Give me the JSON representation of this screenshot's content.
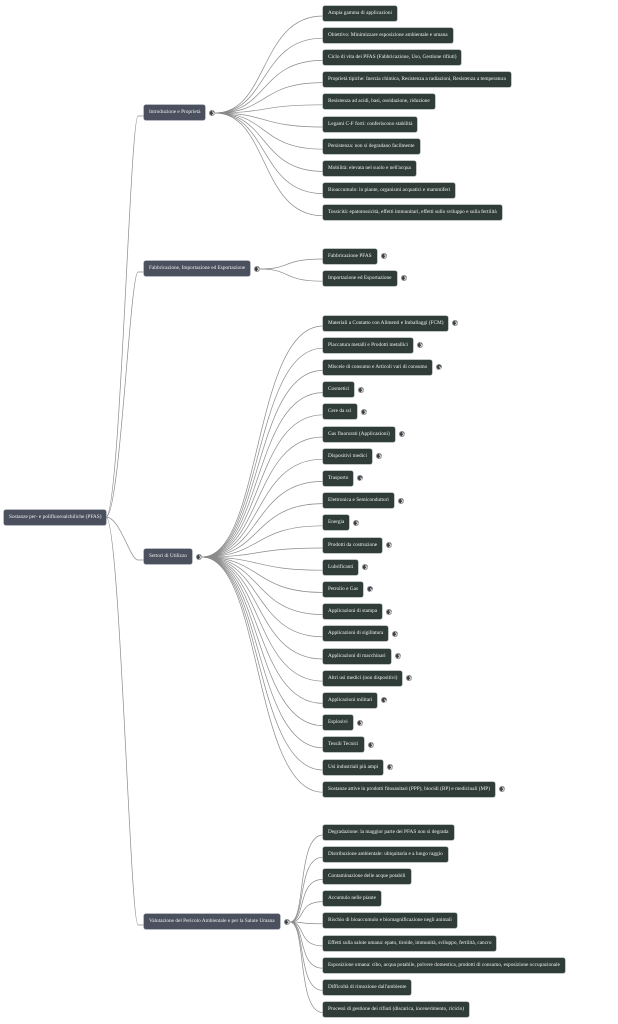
{
  "root": {
    "label": "Sostanze per- e polifluoroalchiliche (PFAS)"
  },
  "colors": {
    "root": "#4a505e",
    "branch": "#4a505e",
    "leaf": "#2f3c38",
    "link": "#8a8a8a"
  },
  "branches": [
    {
      "label": "Introduzione e Proprietà",
      "children": [
        "Ampia gamma di applicazioni",
        "Obiettivo: Minimizzare esposizione ambientale e umana",
        "Ciclo di vita dei PFAS (Fabbricazione, Uso, Gestione rifiuti)",
        "Proprietà tipiche: Inerzia chimica, Resistenza a radiazioni, Resistenza a temperatura",
        "Resistenza ad acidi, basi, ossidazione, riduzione",
        "Legami C-F forti: conferiscono stabilità",
        "Persistenza: non si degradano facilmente",
        "Mobilità: elevata nel suolo e nell'acqua",
        "Bioaccumulo: in piante, organismi acquatici e mammiferi",
        "Tossicità: epatotossicità, effetti immunitari, effetti sullo sviluppo e sulla fertilità"
      ],
      "children_collapsible": false
    },
    {
      "label": "Fabbricazione, Importazione ed Esportazione",
      "children": [
        "Fabbricazione PFAS",
        "Importazione ed Esportazione"
      ],
      "children_collapsible": true
    },
    {
      "label": "Settori di Utilizzo",
      "children": [
        "Materiali a Contatto con Alimenti e Imballaggi (FCM)",
        "Placcatura metalli e Prodotti metallici",
        "Miscele di consumo e Articoli vari di consumo",
        "Cosmetici",
        "Cere da sci",
        "Gas fluorurati (Applicazioni)",
        "Dispositivi medici",
        "Trasporto",
        "Elettronica e Semiconduttori",
        "Energia",
        "Prodotti da costruzione",
        "Lubrificanti",
        "Petrolio e Gas",
        "Applicazioni di stampa",
        "Applicazioni di sigillatura",
        "Applicazioni di macchinari",
        "Altri usi medici (non dispositivi)",
        "Applicazioni militari",
        "Esplosivi",
        "Tessili Tecnici",
        "Usi industriali più ampi",
        "Sostanze attive in prodotti fitosanitari (PPP), biocidi (BP) e medicinali (MP)"
      ],
      "children_collapsible": true
    },
    {
      "label": "Valutazione del Pericolo Ambientale e per la Salute Umana",
      "children": [
        "Degradazione: la maggior parte dei PFAS non si degrada",
        "Distribuzione ambientale: ubiquitaria e a lungo raggio",
        "Contaminazione delle acque potabili",
        "Accumulo nelle piante",
        "Rischio di bioaccumulo e biomagnificazione negli animali",
        "Effetti sulla salute umana: epato, tiroide, immunità, sviluppo, fertilità, cancro",
        "Esposizione umana: cibo, acqua potabile, polvere domestica, prodotti di consumo, esposizione occupazionale",
        "Difficoltà di rimozione dall'ambiente",
        "Processi di gestione dei rifiuti (discarica, incenerimento, riciclo)"
      ],
      "children_collapsible": false
    }
  ]
}
